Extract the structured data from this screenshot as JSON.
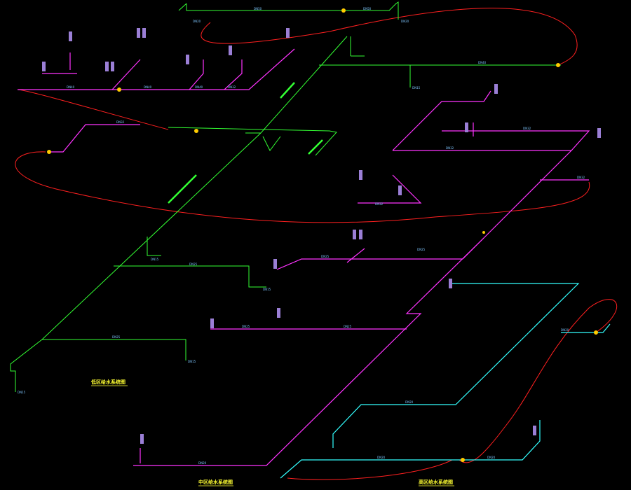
{
  "colors": {
    "background": "#000000",
    "green_pipe": "#33ff33",
    "magenta_pipe": "#ff33ff",
    "cyan_pipe": "#33ffff",
    "red_curve": "#ff2020",
    "label": "#7fc6ff",
    "title": "#ffff33"
  },
  "titles": {
    "low_zone": "低区给水系统图",
    "mid_zone": "中区给水系统图",
    "high_zone": "高区给水系统图"
  },
  "pipe_labels": [
    "DN50",
    "DN50",
    "DN40",
    "DN40",
    "DN40",
    "DN40",
    "DN32",
    "DN32",
    "DN32",
    "DN32",
    "DN32",
    "DN32",
    "DN25",
    "DN25",
    "DN25",
    "DN25",
    "DN25",
    "DN25",
    "DN20",
    "DN20",
    "DN20",
    "DN20",
    "DN20",
    "DN20",
    "DN20",
    "DN15",
    "DN15",
    "DN15",
    "DN15",
    "DN15"
  ]
}
